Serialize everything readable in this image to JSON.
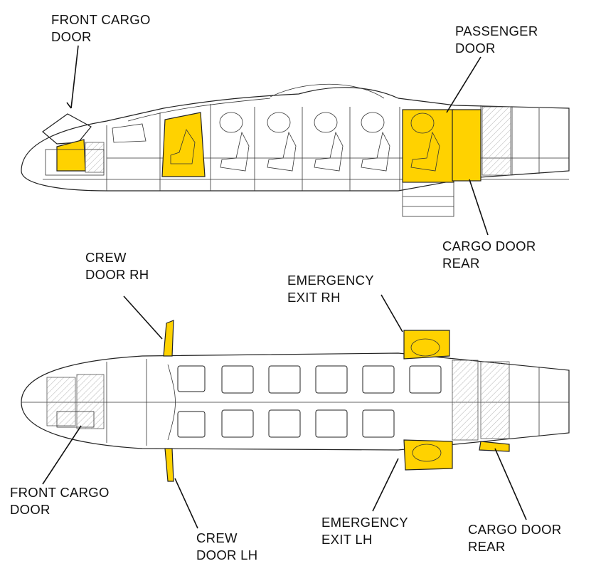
{
  "colors": {
    "highlight": "#FFD200",
    "line": "#222222",
    "background": "#FFFFFF"
  },
  "side_view": {
    "labels": {
      "front_cargo_door": [
        "FRONT CARGO",
        "DOOR"
      ],
      "passenger_door": [
        "PASSENGER",
        "DOOR"
      ],
      "cargo_door_rear": [
        "CARGO DOOR",
        "REAR"
      ]
    }
  },
  "top_view": {
    "labels": {
      "crew_door_rh": [
        "CREW",
        "DOOR RH"
      ],
      "emergency_exit_rh": [
        "EMERGENCY",
        "EXIT RH"
      ],
      "front_cargo_door": [
        "FRONT CARGO",
        "DOOR"
      ],
      "crew_door_lh": [
        "CREW",
        "DOOR LH"
      ],
      "emergency_exit_lh": [
        "EMERGENCY",
        "EXIT LH"
      ],
      "cargo_door_rear": [
        "CARGO DOOR",
        "REAR"
      ]
    }
  }
}
